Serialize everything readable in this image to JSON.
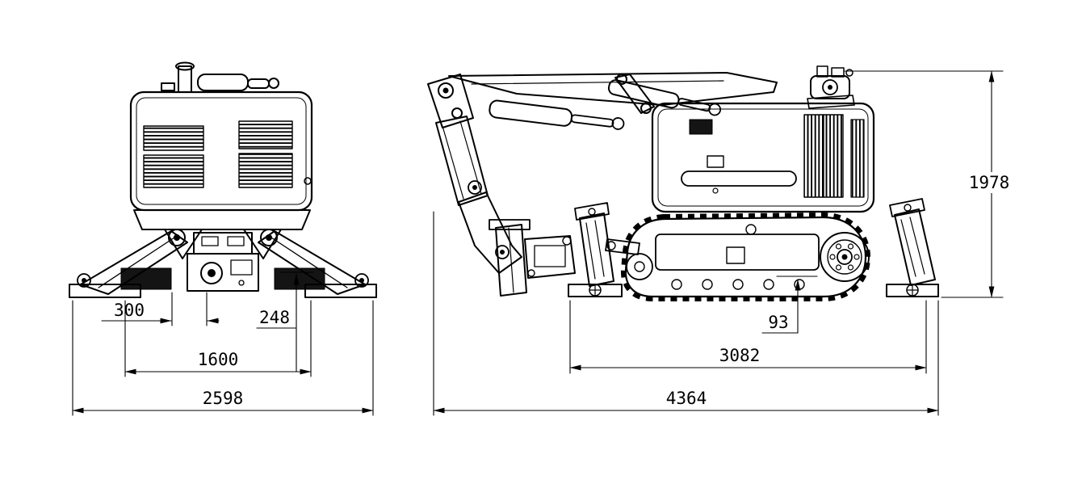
{
  "drawing": {
    "background_color": "#ffffff",
    "line_color": "#000000"
  },
  "dimensions": {
    "front_view": {
      "track_offset": "300",
      "foot_height": "248",
      "outrigger_span": "1600",
      "overall_width": "2598"
    },
    "side_view": {
      "overall_height": "1978",
      "ground_clearance": "93",
      "track_length": "3082",
      "overall_length": "4364"
    }
  }
}
